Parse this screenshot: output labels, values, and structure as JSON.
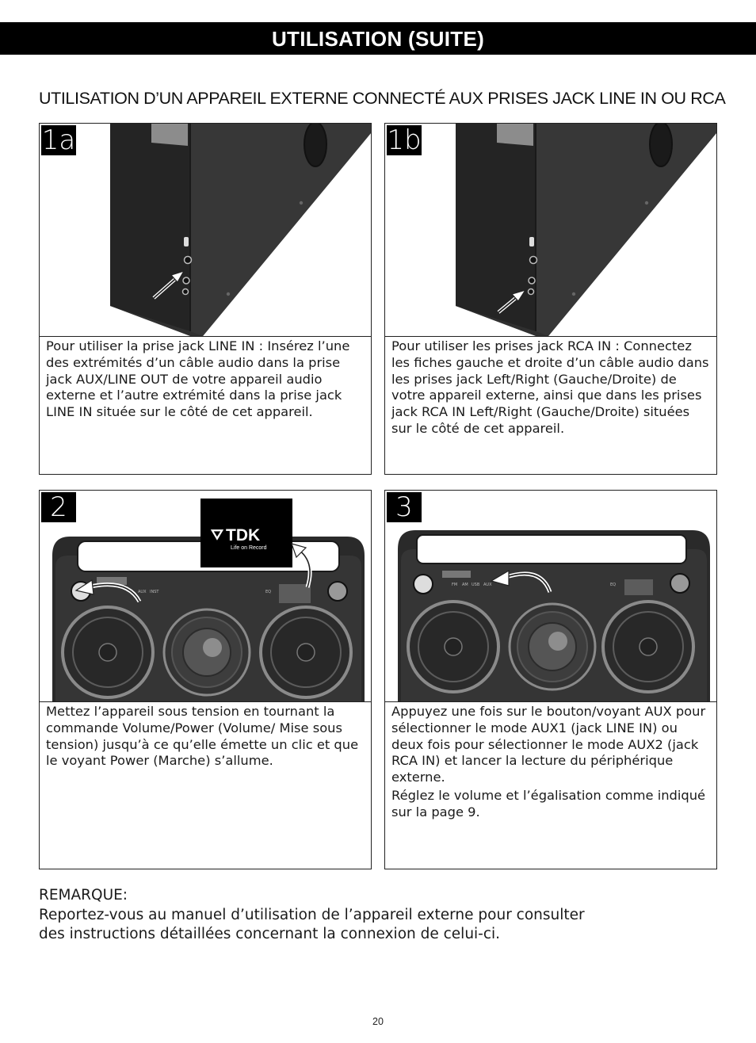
{
  "header": {
    "title": "UTILISATION (SUITE)"
  },
  "section": {
    "title": "UTILISATION D’UN APPAREIL EXTERNE CONNECTÉ AUX PRISES JACK LINE IN OU RCA"
  },
  "steps": [
    {
      "label": "1a",
      "paragraphs": [
        "Pour utiliser la prise jack LINE IN : Insérez l’une des extrémités d’un câble audio dans la prise jack AUX/LINE OUT de votre appareil audio externe et l’autre extrémité dans la prise jack LINE IN située sur le côté de cet appareil."
      ]
    },
    {
      "label": "1b",
      "paragraphs": [
        "Pour utiliser les prises jack RCA IN : Connectez les fiches gauche et droite d’un câble audio dans les prises jack Left/Right (Gauche/Droite) de votre appareil externe, ainsi que dans les prises jack RCA IN Left/Right (Gauche/Droite) situées sur le côté de cet appareil."
      ]
    },
    {
      "label": "2",
      "paragraphs": [
        "Mettez l’appareil sous tension en tournant la commande Volume/Power (Volume/ Mise sous tension) jusqu’à ce qu’elle émette un clic et que le voyant Power (Marche) s’allume."
      ],
      "logo": {
        "brand": "TDK",
        "tagline": "Life on Record"
      },
      "panel_labels": [
        "AUX",
        "INST",
        "EQ"
      ]
    },
    {
      "label": "3",
      "paragraphs": [
        "Appuyez une fois sur le bouton/voyant AUX pour sélectionner le mode AUX1 (jack LINE IN) ou deux fois pour sélectionner le mode AUX2 (jack RCA IN) et lancer la lecture du périphérique externe.",
        "Réglez le volume et l’égalisation comme indiqué sur la page 9."
      ],
      "panel_labels": [
        "FM",
        "AM",
        "USB",
        "AUX",
        "EQ"
      ]
    }
  ],
  "note": {
    "title": "REMARQUE:",
    "line1": "Reportez-vous au manuel d’utilisation de l’appareil externe pour consulter",
    "line2": "des instructions détaillées concernant la connexion de celui-ci."
  },
  "page": {
    "number": "20"
  }
}
